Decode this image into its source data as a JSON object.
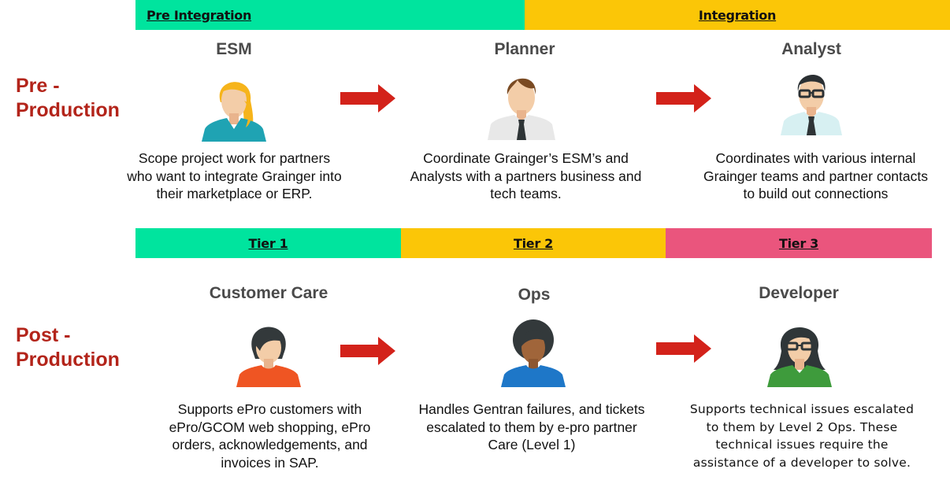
{
  "colors": {
    "green_band": "#00e49e",
    "yellow_band": "#fbc607",
    "pink_band": "#ea557d",
    "phase_label": "#b3241a",
    "arrow": "#d3221a",
    "role_title": "#4a4a4a"
  },
  "top_bands": [
    {
      "label": "Pre Integration"
    },
    {
      "label": "Integration"
    }
  ],
  "tier_bands": [
    {
      "label": "Tier 1"
    },
    {
      "label": "Tier 2"
    },
    {
      "label": "Tier 3"
    }
  ],
  "phases": {
    "pre": {
      "label": "Pre -\nProduction"
    },
    "post": {
      "label": "Post -\nProduction"
    }
  },
  "pre_roles": [
    {
      "title": "ESM",
      "description": "Scope project work for partners who want to integrate Grainger into their marketplace or ERP."
    },
    {
      "title": "Planner",
      "description": "Coordinate Grainger’s  ESM’s and Analysts with a partners business and tech teams."
    },
    {
      "title": "Analyst",
      "description": "Coordinates with various internal Grainger teams and partner contacts to build out connections"
    }
  ],
  "post_roles": [
    {
      "title": "Customer Care",
      "description": "Supports ePro customers with ePro/GCOM web shopping, ePro orders, acknowledgements, and invoices in SAP."
    },
    {
      "title": "Ops",
      "description": "Handles Gentran failures, and tickets escalated to them by e-pro partner Care (Level 1)"
    },
    {
      "title": "Developer",
      "description": "Supports technical issues escalated to them by Level 2 Ops. These technical issues require the assistance of a developer to solve."
    }
  ],
  "icons": {
    "flow_arrow": "right-arrow-icon",
    "esm": "woman-blonde-avatar-icon",
    "planner": "man-tie-avatar-icon",
    "analyst": "man-glasses-avatar-icon",
    "customer_care": "woman-short-hair-avatar-icon",
    "ops": "woman-curly-hair-avatar-icon",
    "developer": "woman-glasses-avatar-icon"
  }
}
